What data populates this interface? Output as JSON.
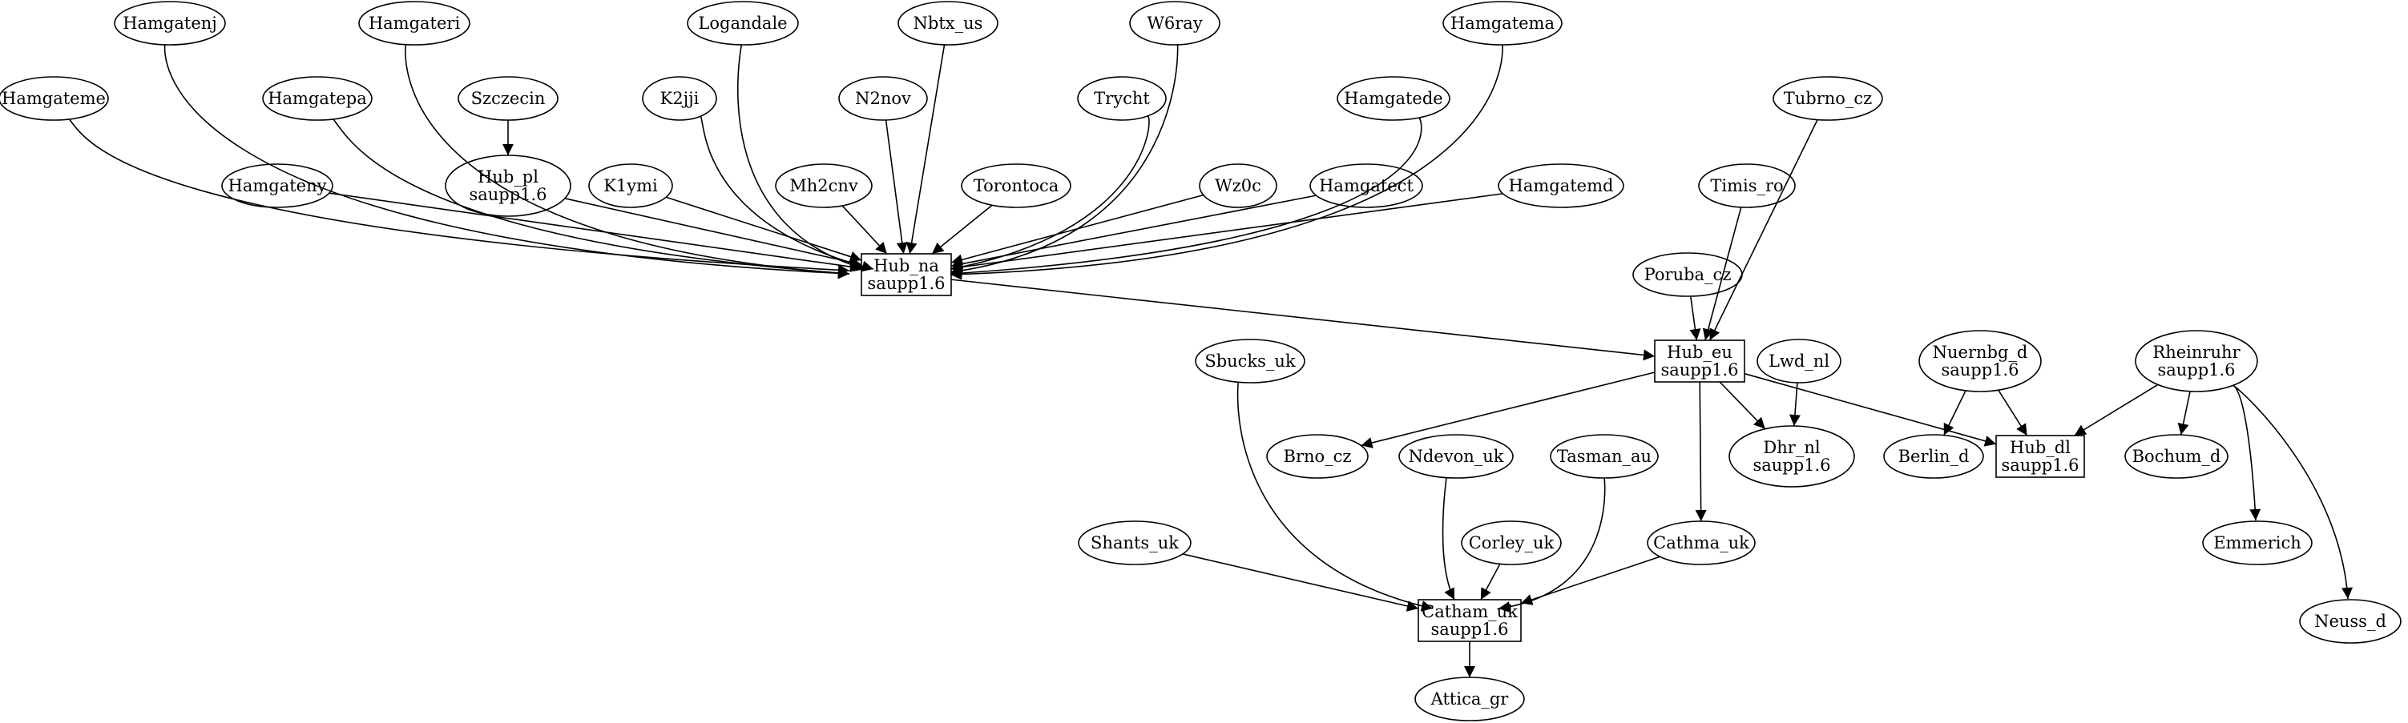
{
  "diagram": {
    "type": "directed-graph",
    "nodes": [
      {
        "id": "hub_na",
        "label": [
          "Hub_na",
          "saupp1.6"
        ],
        "shape": "box"
      },
      {
        "id": "hub_eu",
        "label": [
          "Hub_eu",
          "saupp1.6"
        ],
        "shape": "box"
      },
      {
        "id": "hub_dl",
        "label": [
          "Hub_dl",
          "saupp1.6"
        ],
        "shape": "box"
      },
      {
        "id": "catham_uk",
        "label": [
          "Catham_uk",
          "saupp1.6"
        ],
        "shape": "box"
      },
      {
        "id": "hub_pl",
        "label": [
          "Hub_pl",
          "saupp1.6"
        ],
        "shape": "ellipse"
      },
      {
        "id": "dhr_nl",
        "label": [
          "Dhr_nl",
          "saupp1.6"
        ],
        "shape": "ellipse"
      },
      {
        "id": "nuernbg_d",
        "label": [
          "Nuernbg_d",
          "saupp1.6"
        ],
        "shape": "ellipse"
      },
      {
        "id": "rheinruhr",
        "label": [
          "Rheinruhr",
          "saupp1.6"
        ],
        "shape": "ellipse"
      },
      {
        "id": "hamgatenj",
        "label": [
          "Hamgatenj"
        ],
        "shape": "ellipse"
      },
      {
        "id": "hamgateri",
        "label": [
          "Hamgateri"
        ],
        "shape": "ellipse"
      },
      {
        "id": "logandale",
        "label": [
          "Logandale"
        ],
        "shape": "ellipse"
      },
      {
        "id": "nbtx_us",
        "label": [
          "Nbtx_us"
        ],
        "shape": "ellipse"
      },
      {
        "id": "w6ray",
        "label": [
          "W6ray"
        ],
        "shape": "ellipse"
      },
      {
        "id": "hamgatema",
        "label": [
          "Hamgatema"
        ],
        "shape": "ellipse"
      },
      {
        "id": "hamgateme",
        "label": [
          "Hamgateme"
        ],
        "shape": "ellipse"
      },
      {
        "id": "hamgatepa",
        "label": [
          "Hamgatepa"
        ],
        "shape": "ellipse"
      },
      {
        "id": "szczecin",
        "label": [
          "Szczecin"
        ],
        "shape": "ellipse"
      },
      {
        "id": "k2jji",
        "label": [
          "K2jji"
        ],
        "shape": "ellipse"
      },
      {
        "id": "n2nov",
        "label": [
          "N2nov"
        ],
        "shape": "ellipse"
      },
      {
        "id": "trycht",
        "label": [
          "Trycht"
        ],
        "shape": "ellipse"
      },
      {
        "id": "hamgatede",
        "label": [
          "Hamgatede"
        ],
        "shape": "ellipse"
      },
      {
        "id": "tubrno_cz",
        "label": [
          "Tubrno_cz"
        ],
        "shape": "ellipse"
      },
      {
        "id": "hamgateny",
        "label": [
          "Hamgateny"
        ],
        "shape": "ellipse"
      },
      {
        "id": "k1ymi",
        "label": [
          "K1ymi"
        ],
        "shape": "ellipse"
      },
      {
        "id": "mh2cnv",
        "label": [
          "Mh2cnv"
        ],
        "shape": "ellipse"
      },
      {
        "id": "torontoca",
        "label": [
          "Torontoca"
        ],
        "shape": "ellipse"
      },
      {
        "id": "wz0c",
        "label": [
          "Wz0c"
        ],
        "shape": "ellipse"
      },
      {
        "id": "hamgatect",
        "label": [
          "Hamgatect"
        ],
        "shape": "ellipse"
      },
      {
        "id": "hamgatemd",
        "label": [
          "Hamgatemd"
        ],
        "shape": "ellipse"
      },
      {
        "id": "timis_ro",
        "label": [
          "Timis_ro"
        ],
        "shape": "ellipse"
      },
      {
        "id": "poruba_cz",
        "label": [
          "Poruba_cz"
        ],
        "shape": "ellipse"
      },
      {
        "id": "sbucks_uk",
        "label": [
          "Sbucks_uk"
        ],
        "shape": "ellipse"
      },
      {
        "id": "lwd_nl",
        "label": [
          "Lwd_nl"
        ],
        "shape": "ellipse"
      },
      {
        "id": "brno_cz",
        "label": [
          "Brno_cz"
        ],
        "shape": "ellipse"
      },
      {
        "id": "ndevon_uk",
        "label": [
          "Ndevon_uk"
        ],
        "shape": "ellipse"
      },
      {
        "id": "tasman_au",
        "label": [
          "Tasman_au"
        ],
        "shape": "ellipse"
      },
      {
        "id": "berlin_d",
        "label": [
          "Berlin_d"
        ],
        "shape": "ellipse"
      },
      {
        "id": "bochum_d",
        "label": [
          "Bochum_d"
        ],
        "shape": "ellipse"
      },
      {
        "id": "shants_uk",
        "label": [
          "Shants_uk"
        ],
        "shape": "ellipse"
      },
      {
        "id": "corley_uk",
        "label": [
          "Corley_uk"
        ],
        "shape": "ellipse"
      },
      {
        "id": "cathma_uk",
        "label": [
          "Cathma_uk"
        ],
        "shape": "ellipse"
      },
      {
        "id": "emmerich",
        "label": [
          "Emmerich"
        ],
        "shape": "ellipse"
      },
      {
        "id": "neuss_d",
        "label": [
          "Neuss_d"
        ],
        "shape": "ellipse"
      },
      {
        "id": "attica_gr",
        "label": [
          "Attica_gr"
        ],
        "shape": "ellipse"
      }
    ],
    "edges": [
      {
        "from": "hamgateme",
        "to": "hub_na"
      },
      {
        "from": "hamgatenj",
        "to": "hub_na"
      },
      {
        "from": "hamgateny",
        "to": "hub_na"
      },
      {
        "from": "hamgatepa",
        "to": "hub_na"
      },
      {
        "from": "hamgateri",
        "to": "hub_na"
      },
      {
        "from": "hub_pl",
        "to": "hub_na"
      },
      {
        "from": "k1ymi",
        "to": "hub_na"
      },
      {
        "from": "k2jji",
        "to": "hub_na"
      },
      {
        "from": "logandale",
        "to": "hub_na"
      },
      {
        "from": "mh2cnv",
        "to": "hub_na"
      },
      {
        "from": "n2nov",
        "to": "hub_na"
      },
      {
        "from": "nbtx_us",
        "to": "hub_na"
      },
      {
        "from": "torontoca",
        "to": "hub_na"
      },
      {
        "from": "trycht",
        "to": "hub_na"
      },
      {
        "from": "w6ray",
        "to": "hub_na"
      },
      {
        "from": "wz0c",
        "to": "hub_na"
      },
      {
        "from": "hamgatect",
        "to": "hub_na"
      },
      {
        "from": "hamgatede",
        "to": "hub_na"
      },
      {
        "from": "hamgatema",
        "to": "hub_na"
      },
      {
        "from": "hamgatemd",
        "to": "hub_na"
      },
      {
        "from": "szczecin",
        "to": "hub_pl"
      },
      {
        "from": "hub_na",
        "to": "hub_eu"
      },
      {
        "from": "poruba_cz",
        "to": "hub_eu"
      },
      {
        "from": "timis_ro",
        "to": "hub_eu"
      },
      {
        "from": "tubrno_cz",
        "to": "hub_eu"
      },
      {
        "from": "hub_eu",
        "to": "brno_cz"
      },
      {
        "from": "hub_eu",
        "to": "dhr_nl"
      },
      {
        "from": "hub_eu",
        "to": "hub_dl"
      },
      {
        "from": "hub_eu",
        "to": "cathma_uk"
      },
      {
        "from": "lwd_nl",
        "to": "dhr_nl"
      },
      {
        "from": "nuernbg_d",
        "to": "berlin_d"
      },
      {
        "from": "nuernbg_d",
        "to": "hub_dl"
      },
      {
        "from": "rheinruhr",
        "to": "hub_dl"
      },
      {
        "from": "rheinruhr",
        "to": "bochum_d"
      },
      {
        "from": "rheinruhr",
        "to": "emmerich"
      },
      {
        "from": "rheinruhr",
        "to": "neuss_d"
      },
      {
        "from": "sbucks_uk",
        "to": "catham_uk"
      },
      {
        "from": "ndevon_uk",
        "to": "catham_uk"
      },
      {
        "from": "tasman_au",
        "to": "catham_uk"
      },
      {
        "from": "shants_uk",
        "to": "catham_uk"
      },
      {
        "from": "corley_uk",
        "to": "catham_uk"
      },
      {
        "from": "cathma_uk",
        "to": "catham_uk"
      },
      {
        "from": "catham_uk",
        "to": "attica_gr"
      }
    ]
  }
}
